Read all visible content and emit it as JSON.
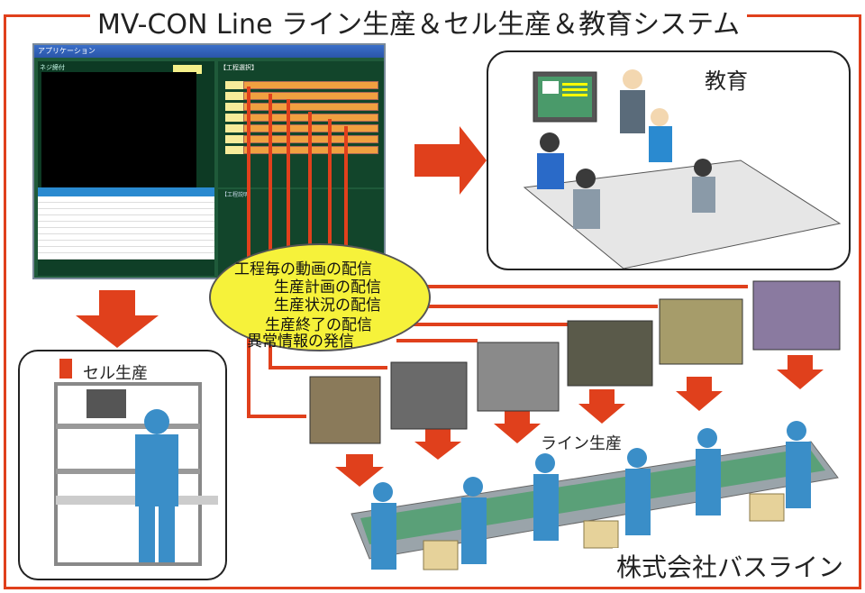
{
  "title": "MV-CON Line ライン生産＆セル生産＆教育システム",
  "company": "株式会社バスライン",
  "labels": {
    "education": "教育",
    "cell": "セル生産",
    "line": "ライン生産"
  },
  "bubble": {
    "items": [
      "工程毎の動画の配信",
      "生産計画の配信",
      "生産状況の配信",
      "生産終了の配信",
      "異常情報の発信"
    ]
  },
  "screen": {
    "window_title": "アプリケーション",
    "video_label": "ネジ締付",
    "process_header": "【工程選択】",
    "info_header": "【工程説明】"
  },
  "colors": {
    "accent": "#e0401c",
    "bubble": "#f6f23a",
    "screen": "#1f5a3a",
    "worker": "#3a8ec8"
  }
}
